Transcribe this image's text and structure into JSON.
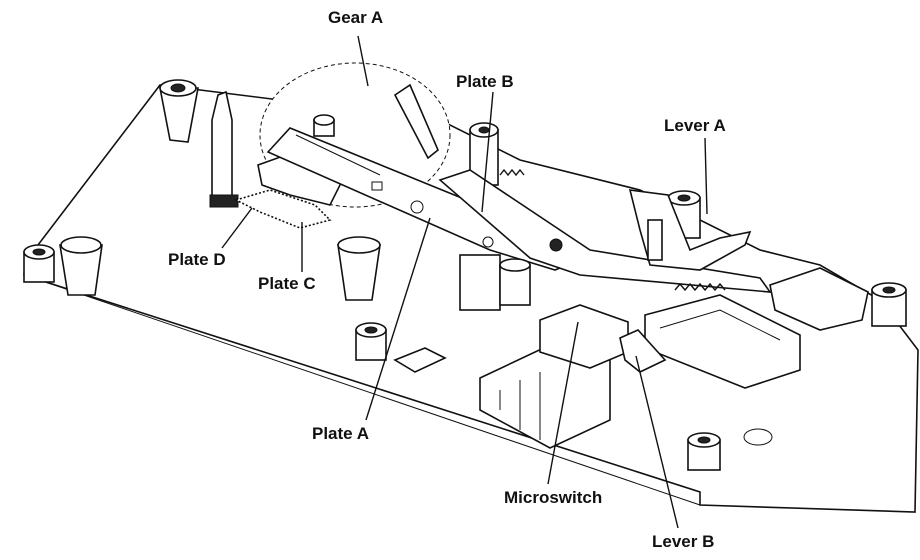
{
  "labels": {
    "gear_a": "Gear A",
    "plate_b": "Plate B",
    "lever_a": "Lever A",
    "plate_d": "Plate D",
    "plate_c": "Plate C",
    "plate_a": "Plate A",
    "microswitch": "Microswitch",
    "lever_b": "Lever B"
  }
}
